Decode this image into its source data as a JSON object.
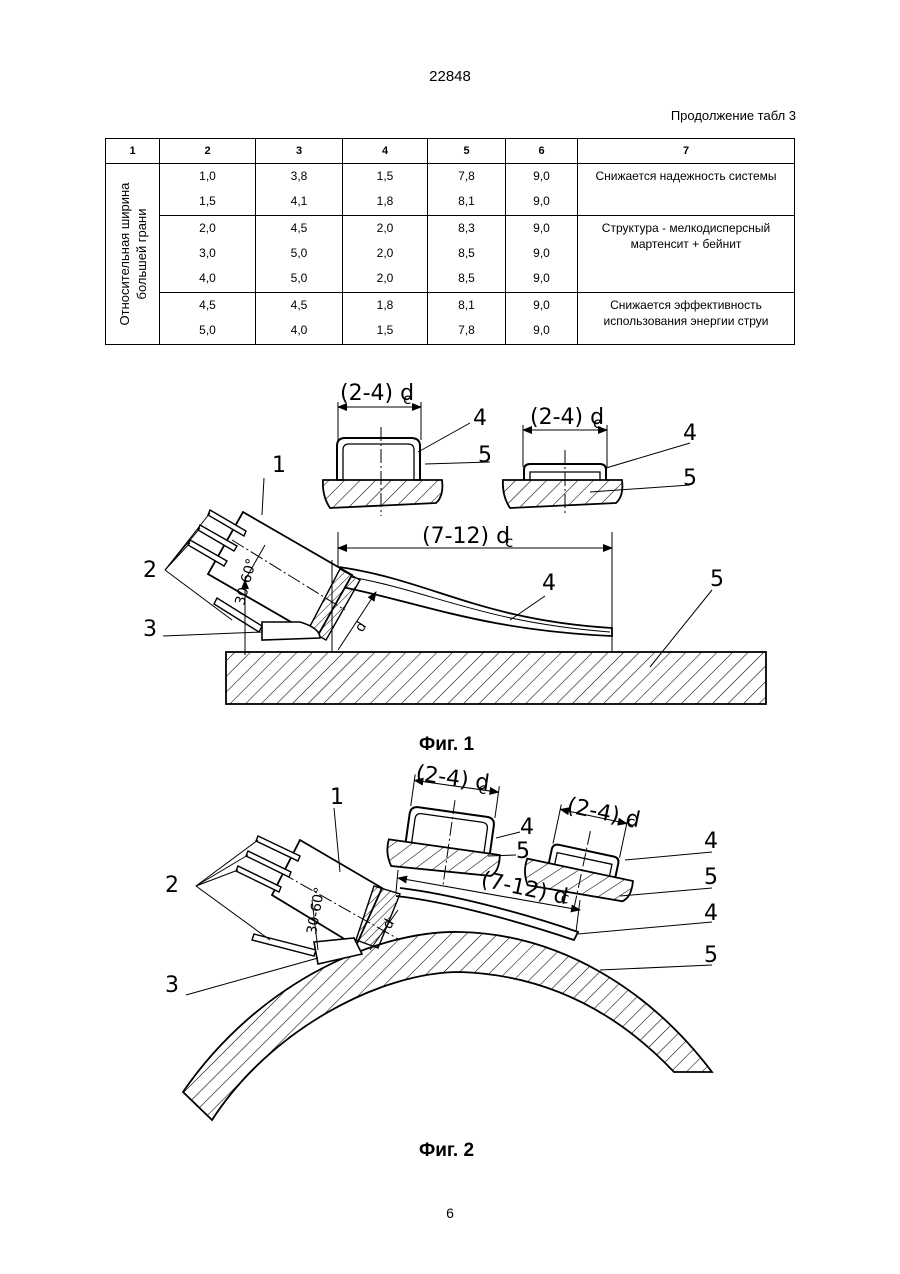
{
  "header": {
    "doc_number": "22848",
    "table_caption": "Продолжение табл 3"
  },
  "table": {
    "columns": [
      "1",
      "2",
      "3",
      "4",
      "5",
      "6",
      "7"
    ],
    "row_label": "Относительная ширина большей грани",
    "groups": [
      {
        "rows": [
          [
            "1,0",
            "3,8",
            "1,5",
            "7,8",
            "9,0"
          ],
          [
            "1,5",
            "4,1",
            "1,8",
            "8,1",
            "9,0"
          ]
        ],
        "note": "Снижается надежность системы"
      },
      {
        "rows": [
          [
            "2,0",
            "4,5",
            "2,0",
            "8,3",
            "9,0"
          ],
          [
            "3,0",
            "5,0",
            "2,0",
            "8,5",
            "9,0"
          ],
          [
            "4,0",
            "5,0",
            "2,0",
            "8,5",
            "9,0"
          ]
        ],
        "note": "Структура - мелкодисперсный мартенсит + бейнит"
      },
      {
        "rows": [
          [
            "4,5",
            "4,5",
            "1,8",
            "8,1",
            "9,0"
          ],
          [
            "5,0",
            "4,0",
            "1,5",
            "7,8",
            "9,0"
          ]
        ],
        "note": "Снижается эффективность использования энергии струи"
      }
    ]
  },
  "figure1": {
    "caption": "Фиг. 1",
    "dim_top_left": "(2-4) d",
    "dim_top_right": "(2-4) d",
    "dim_main": "(7-12) d",
    "dim_sub": "c",
    "angle": "30-60°",
    "dc": "d",
    "labels": {
      "l1": "1",
      "l2": "2",
      "l3": "3",
      "l4a": "4",
      "l4b": "4",
      "l4c": "4",
      "l5a": "5",
      "l5b": "5",
      "l5c": "5"
    }
  },
  "figure2": {
    "caption": "Фиг. 2",
    "dim_top_left": "(2-4) d",
    "dim_top_right": "(2-4) d",
    "dim_main": "(7-12) d",
    "dim_sub": "c",
    "angle": "30-60°",
    "dc": "d",
    "labels": {
      "l1": "1",
      "l2": "2",
      "l3": "3",
      "l4a": "4",
      "l4b": "4",
      "l4c": "4",
      "l5a": "5",
      "l5b": "5",
      "l5c": "5"
    }
  },
  "footer": {
    "page_number": "6"
  }
}
